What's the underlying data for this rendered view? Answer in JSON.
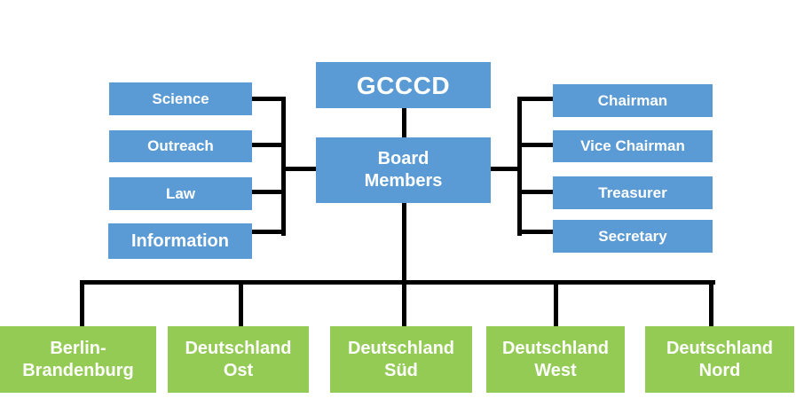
{
  "colors": {
    "node_blue": "#5B9BD5",
    "node_green": "#94CB55",
    "connector": "#000000",
    "label_text": "#FFFFFF"
  },
  "nodes": {
    "root": {
      "label": "GCCCD"
    },
    "board": {
      "label": "Board\nMembers"
    },
    "departments": [
      {
        "label": "Science"
      },
      {
        "label": "Outreach"
      },
      {
        "label": "Law"
      },
      {
        "label": "Information"
      }
    ],
    "officers": [
      {
        "label": "Chairman"
      },
      {
        "label": "Vice Chairman"
      },
      {
        "label": "Treasurer"
      },
      {
        "label": "Secretary"
      }
    ],
    "regions": [
      {
        "label": "Berlin-\nBrandenburg"
      },
      {
        "label": "Deutschland\nOst"
      },
      {
        "label": "Deutschland\nSüd"
      },
      {
        "label": "Deutschland\nWest"
      },
      {
        "label": "Deutschland\nNord"
      }
    ]
  }
}
